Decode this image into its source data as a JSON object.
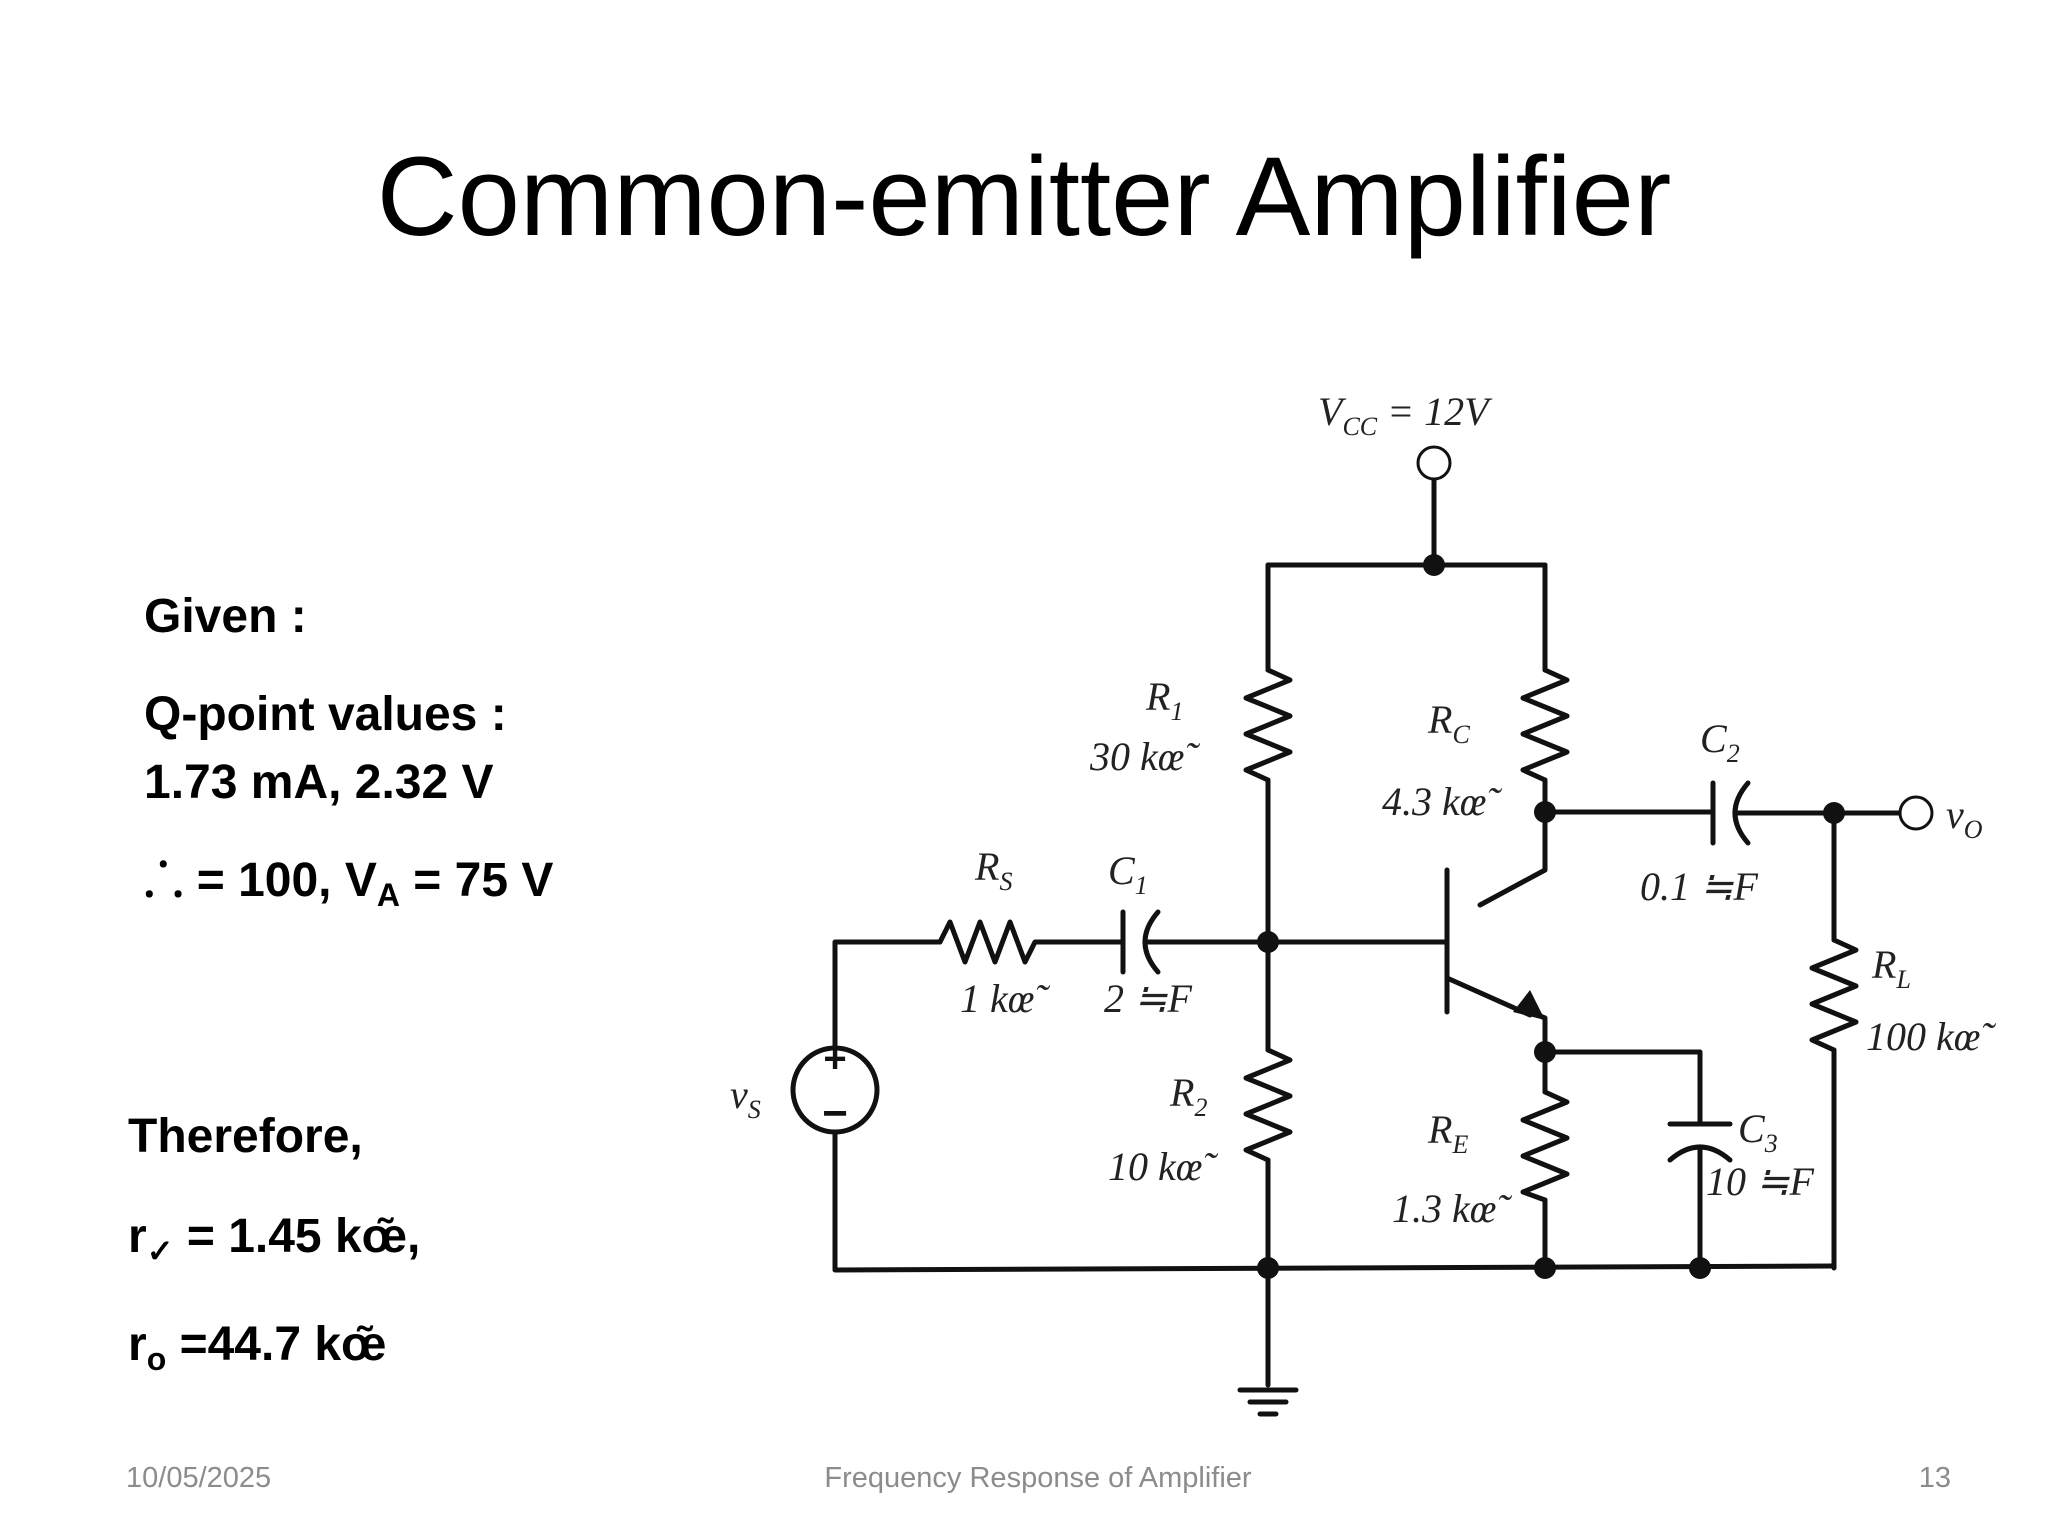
{
  "slide": {
    "title": "Common-emitter Amplifier"
  },
  "given": {
    "heading": "Given :",
    "qpoint_label": "Q-point values :",
    "qpoint_values": "1.73 mA, 2.32 V",
    "beta_symbol": "⸫",
    "beta_eq": " = 100, V",
    "va_sub": "A",
    "va_eq": " = 75 V"
  },
  "therefore": {
    "heading": "Therefore,",
    "rpi_r": "r",
    "rpi_sub": "✓",
    "rpi_value": " = 1.45 kœ̃,",
    "ro_r": "r",
    "ro_sub": "o",
    "ro_value": " =44.7 kœ̃"
  },
  "circuit": {
    "vcc_v": "V",
    "vcc_sub": "CC",
    "vcc_value": " = 12V",
    "r1_name": "R",
    "r1_sub": "1",
    "r1_value": "30 kœ̃",
    "rc_name": "R",
    "rc_sub": "C",
    "rc_value": "4.3 kœ̃",
    "c2_name": "C",
    "c2_sub": "2",
    "c2_value": "0.1 ≒F",
    "vo_v": "v",
    "vo_sub": "O",
    "rs_name": "R",
    "rs_sub": "S",
    "rs_value": "1 kœ̃",
    "c1_name": "C",
    "c1_sub": "1",
    "c1_value": "2 ≒F",
    "rl_name": "R",
    "rl_sub": "L",
    "rl_value": "100 kœ̃",
    "vs_v": "v",
    "vs_sub": "S",
    "source_plus": "+",
    "source_minus": "−",
    "r2_name": "R",
    "r2_sub": "2",
    "r2_value": "10 kœ̃",
    "re_name": "R",
    "re_sub": "E",
    "re_value": "1.3 kœ̃",
    "c3_name": "C",
    "c3_sub": "3",
    "c3_value": "10 ≒F"
  },
  "footer": {
    "date": "10/05/2025",
    "center": "Frequency Response of Amplifier",
    "page": "13"
  }
}
